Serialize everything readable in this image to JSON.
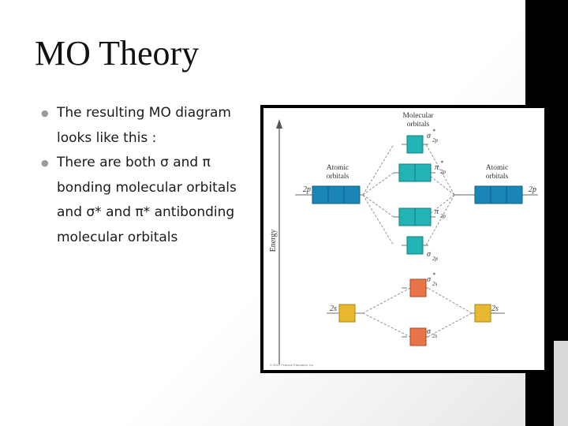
{
  "slide": {
    "title": "MO Theory",
    "bullets": [
      "The resulting MO diagram looks like this :",
      "There are both σ and π bonding molecular orbitals and σ* and π* antibonding molecular orbitals"
    ]
  },
  "diagram": {
    "header_molecular": [
      "Molecular",
      "orbitals"
    ],
    "header_atomic_left": [
      "Atomic",
      "orbitals"
    ],
    "header_atomic_right": [
      "Atomic",
      "orbitals"
    ],
    "axis_label": "Energy",
    "level_2p_left": "2p",
    "level_2p_right": "2p",
    "level_2s_left": "2s",
    "level_2s_right": "2s",
    "mo_labels": {
      "sigma_star_2p": {
        "main": "σ",
        "sup": "*",
        "sub": "2p"
      },
      "pi_star_2p": {
        "main": "π",
        "sup": "*",
        "sub": "2p"
      },
      "pi_2p": {
        "main": "π",
        "sub": "2p"
      },
      "sigma_2p": {
        "main": "σ",
        "sub": "2p"
      },
      "sigma_star_2s": {
        "main": "σ",
        "sup": "*",
        "sub": "2s"
      },
      "sigma_2s": {
        "main": "σ",
        "sub": "2s"
      }
    },
    "copyright": "© 2012 Pearson Education, Inc.",
    "colors": {
      "p_atomic": "#1a86b8",
      "p_molecular": "#23b3b5",
      "s_atomic": "#e8b830",
      "s_molecular": "#e8744a",
      "dashed": "#888888"
    }
  }
}
